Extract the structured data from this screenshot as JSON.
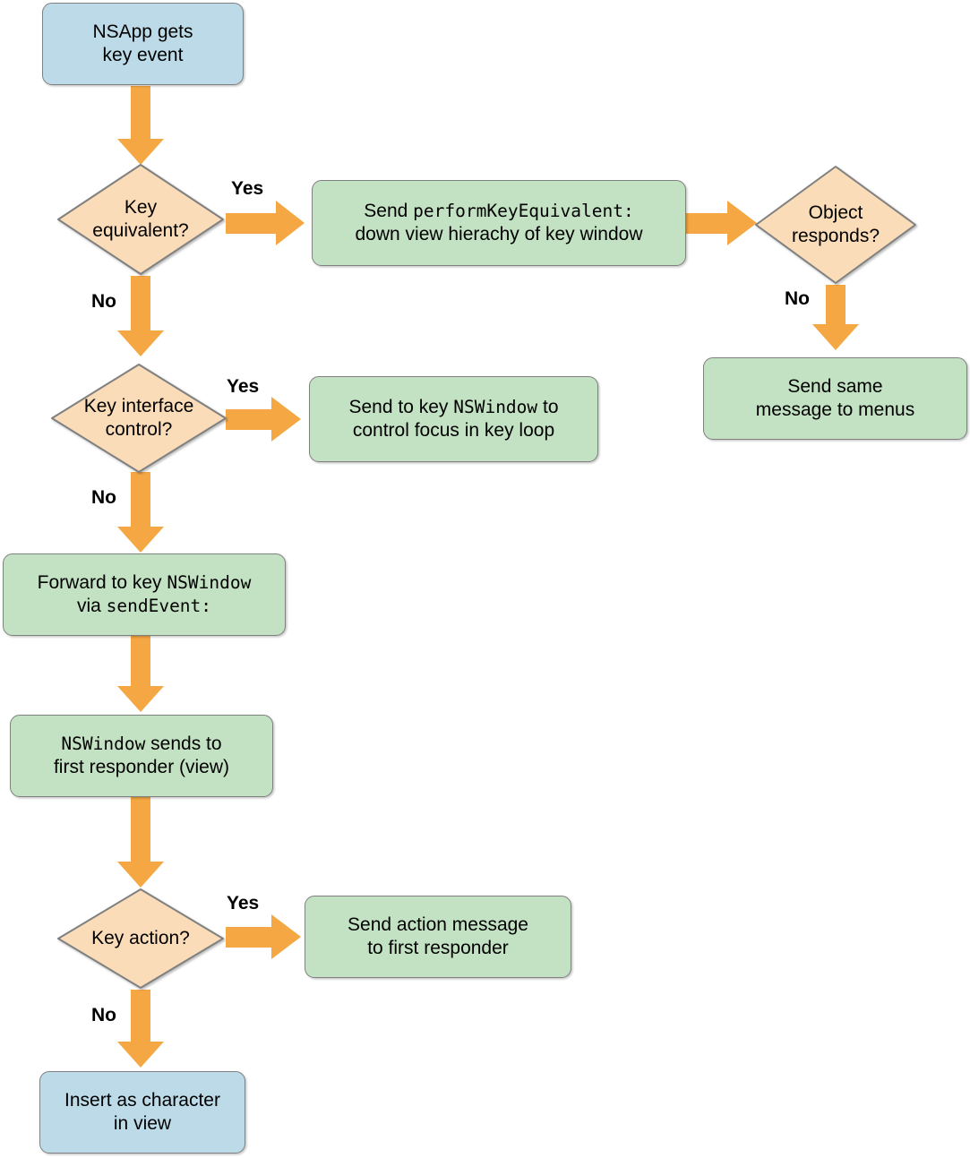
{
  "diagram": {
    "title": "NSApp key event dispatch flowchart",
    "colors": {
      "arrow": "#f4a742",
      "decision_fill": "#fadcb8",
      "process_fill": "#c3e2c3",
      "terminal_fill": "#bcdae7",
      "stroke": "#808080",
      "text": "#000000",
      "background": "#ffffff"
    },
    "nodes": {
      "start": {
        "shape": "rounded-rect",
        "type": "terminal",
        "line1": "NSApp gets",
        "line2": "key event"
      },
      "key_equivalent": {
        "shape": "diamond",
        "type": "decision",
        "line1": "Key",
        "line2": "equivalent?"
      },
      "send_perform_key_equivalent": {
        "shape": "rounded-rect",
        "type": "process",
        "line1_pre": "Send ",
        "line1_mono": "performKeyEquivalent:",
        "line2": "down view hierachy of key window"
      },
      "object_responds": {
        "shape": "diamond",
        "type": "decision",
        "line1": "Object",
        "line2": "responds?"
      },
      "send_same_message_to_menus": {
        "shape": "rounded-rect",
        "type": "process",
        "line1": "Send same",
        "line2": "message to menus"
      },
      "key_interface_control": {
        "shape": "diamond",
        "type": "decision",
        "line1": "Key interface",
        "line2": "control?"
      },
      "send_to_key_nswindow": {
        "shape": "rounded-rect",
        "type": "process",
        "line1_pre": "Send to key ",
        "line1_mono": "NSWindow",
        "line1_post": " to",
        "line2": "control focus in key loop"
      },
      "forward_to_key_nswindow": {
        "shape": "rounded-rect",
        "type": "process",
        "line1_pre": "Forward to key ",
        "line1_mono": "NSWindow",
        "line2_pre": "via ",
        "line2_mono": "sendEvent:"
      },
      "nswindow_sends_to_first_responder": {
        "shape": "rounded-rect",
        "type": "process",
        "line1_mono": "NSWindow",
        "line1_post": " sends to",
        "line2": "first responder (view)"
      },
      "key_action": {
        "shape": "diamond",
        "type": "decision",
        "line1": "Key action?"
      },
      "send_action_message": {
        "shape": "rounded-rect",
        "type": "process",
        "line1": "Send action message",
        "line2": "to first responder"
      },
      "insert_as_character": {
        "shape": "rounded-rect",
        "type": "terminal",
        "line1": "Insert as character",
        "line2": "in view"
      }
    },
    "edge_labels": {
      "key_equivalent_yes": "Yes",
      "key_equivalent_no": "No",
      "object_responds_no": "No",
      "key_interface_control_yes": "Yes",
      "key_interface_control_no": "No",
      "key_action_yes": "Yes",
      "key_action_no": "No"
    }
  }
}
